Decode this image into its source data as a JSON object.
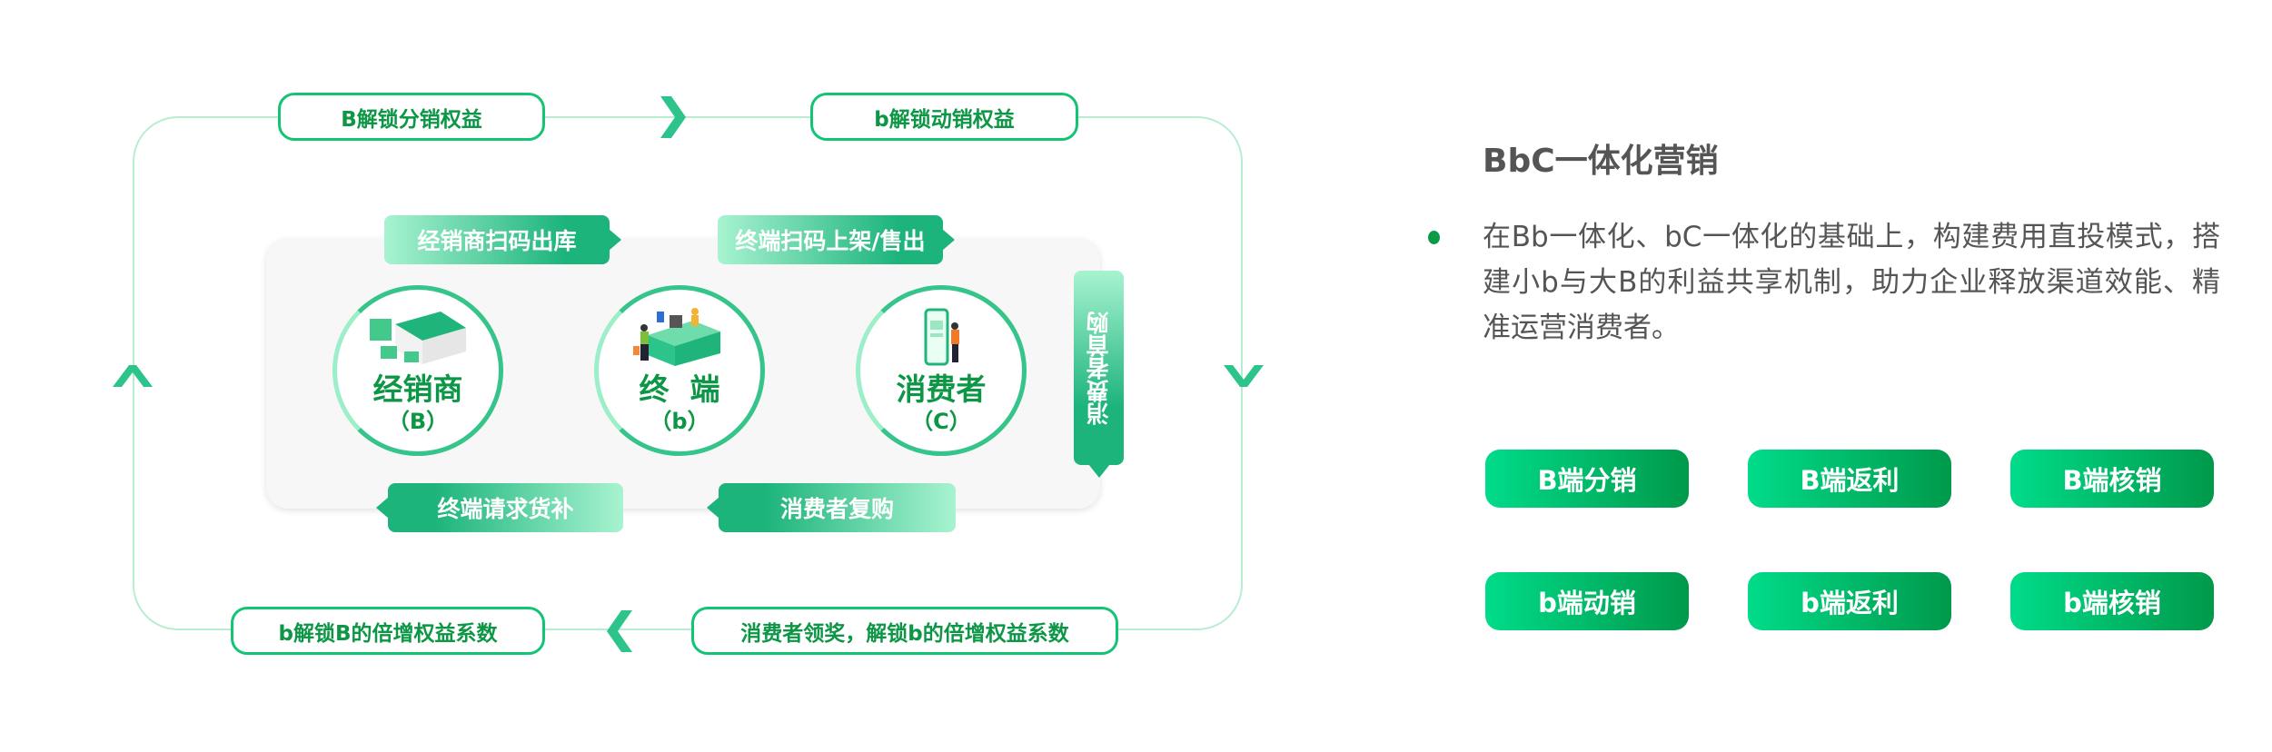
{
  "loop": {
    "top_left": "B解锁分销权益",
    "top_right": "b解锁动销权益",
    "bottom_left": "b解锁B的倍增权益系数",
    "bottom_right": "消费者领奖，解锁b的倍增权益系数"
  },
  "flow": {
    "tag_top_1": "经销商扫码出库",
    "tag_top_2": "终端扫码上架/售出",
    "tag_side": "消费者首购",
    "tag_bottom_1": "终端请求货补",
    "tag_bottom_2": "消费者复购"
  },
  "nodes": [
    {
      "name": "经销商",
      "sub": "（B）",
      "icon": "warehouse-icon"
    },
    {
      "name": "终  端",
      "sub": "（b）",
      "icon": "store-counter-icon"
    },
    {
      "name": "消费者",
      "sub": "（C）",
      "icon": "phone-person-icon"
    }
  ],
  "panel": {
    "title": "BbC一体化营销",
    "description": "在Bb一体化、bC一体化的基础上，构建费用直投模式，搭建小b与大B的利益共享机制，助力企业释放渠道效能、精准运营消费者。",
    "buttons": [
      "B端分销",
      "B端返利",
      "B端核销",
      "b端动销",
      "b端返利",
      "b端核销"
    ]
  },
  "colors": {
    "brand_green": "#0c9645",
    "light_green": "#a8f3d0",
    "accent": "#1db47c"
  }
}
